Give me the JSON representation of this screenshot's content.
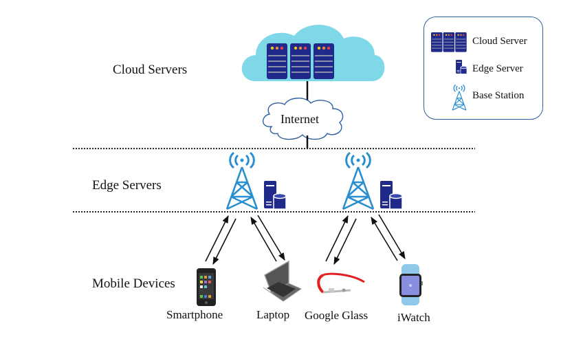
{
  "tiers": {
    "cloud": "Cloud Servers",
    "edge": "Edge Servers",
    "mobile": "Mobile Devices"
  },
  "internet_label": "Internet",
  "devices": [
    {
      "name": "Smartphone",
      "icon": "smartphone-icon"
    },
    {
      "name": "Laptop",
      "icon": "laptop-icon"
    },
    {
      "name": "Google Glass",
      "icon": "google-glass-icon"
    },
    {
      "name": "iWatch",
      "icon": "smartwatch-icon"
    }
  ],
  "legend": {
    "items": [
      {
        "label": "Cloud Server",
        "icon": "cloud-server-icon"
      },
      {
        "label": "Edge Server",
        "icon": "edge-server-icon"
      },
      {
        "label": "Base Station",
        "icon": "base-station-icon"
      }
    ]
  },
  "colors": {
    "cloud": "#7fd8e8",
    "server_rack": "#1f2a8a",
    "tower": "#2a8fd0",
    "legend_border": "#2d5fa0",
    "glass_red": "#e02020",
    "watch_band": "#8fc8e8",
    "watch_screen": "#8a8ee0"
  }
}
